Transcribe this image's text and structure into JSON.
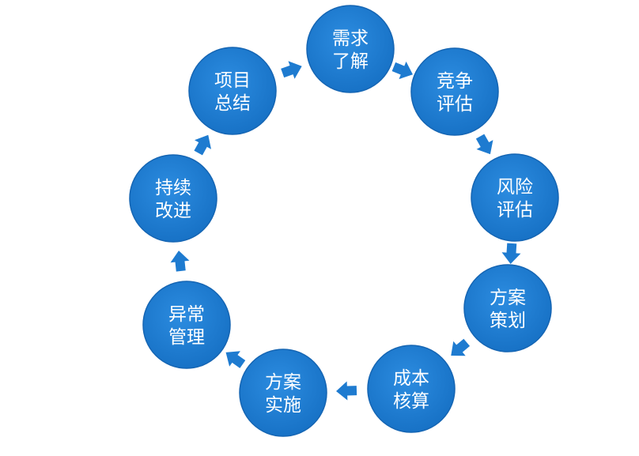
{
  "diagram": {
    "nodes": [
      {
        "id": "n1",
        "lines": [
          "需求",
          "了解"
        ]
      },
      {
        "id": "n2",
        "lines": [
          "竞争",
          "评估"
        ]
      },
      {
        "id": "n3",
        "lines": [
          "风险",
          "评估"
        ]
      },
      {
        "id": "n4",
        "lines": [
          "方案",
          "策划"
        ]
      },
      {
        "id": "n5",
        "lines": [
          "成本",
          "核算"
        ]
      },
      {
        "id": "n6",
        "lines": [
          "方案",
          "实施"
        ]
      },
      {
        "id": "n7",
        "lines": [
          "异常",
          "管理"
        ]
      },
      {
        "id": "n8",
        "lines": [
          "持续",
          "改进"
        ]
      },
      {
        "id": "n9",
        "lines": [
          "项目",
          "总结"
        ]
      }
    ],
    "flow": "clockwise",
    "colors": {
      "node_fill": "#1E7BD0",
      "node_edge": "#1565B3",
      "arrow_fill": "#1E7BD0",
      "label": "#ffffff"
    },
    "icons": [
      "arrow-icon"
    ]
  }
}
